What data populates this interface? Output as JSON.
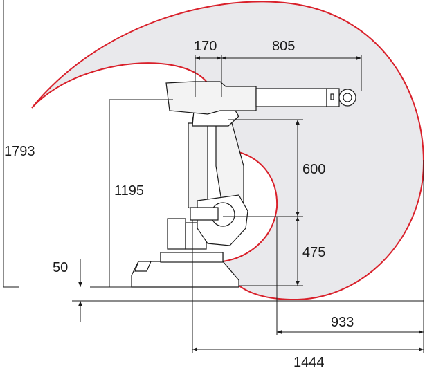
{
  "dimensions": {
    "total_height": "1793",
    "arm_reach_height": "1195",
    "base_offset": "50",
    "upper_arm_offset": "170",
    "forearm_length": "805",
    "upper_arm_length": "600",
    "base_to_shoulder": "475",
    "min_reach": "933",
    "max_reach": "1444"
  },
  "colors": {
    "envelope_fill": "#e9e9ec",
    "envelope_stroke": "#d9202a",
    "line": "#1a1a1a"
  }
}
